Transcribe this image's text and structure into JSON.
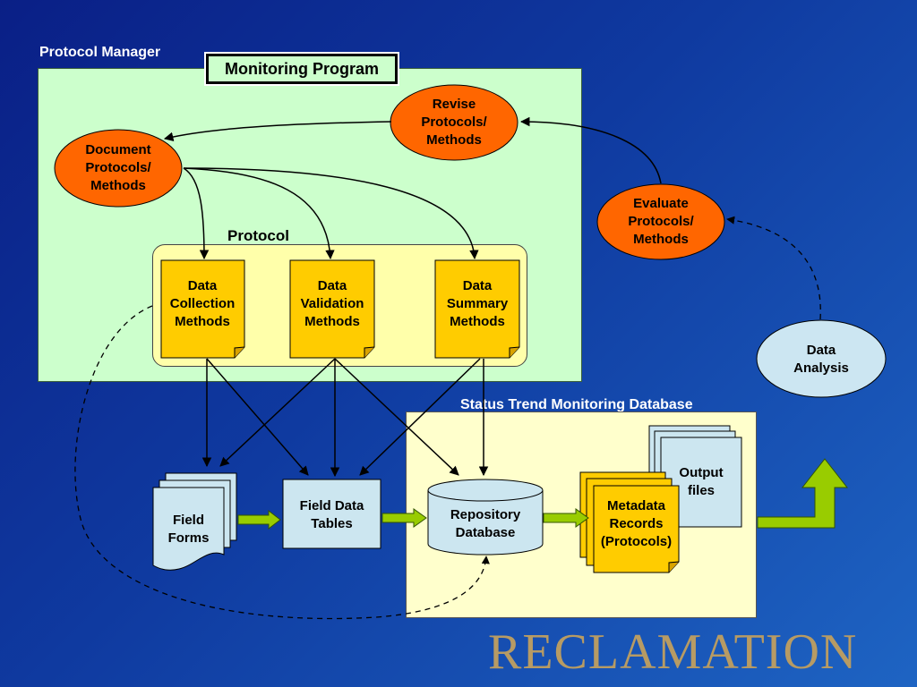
{
  "frames": {
    "protocol_manager": "Protocol Manager",
    "monitoring_program": "Monitoring Program",
    "protocol": "Protocol",
    "database": "Status Trend Monitoring Database"
  },
  "nodes": {
    "revise": "Revise\nProtocols/\nMethods",
    "document": "Document\nProtocols/\nMethods",
    "evaluate": "Evaluate\nProtocols/\nMethods",
    "analysis": "Data\nAnalysis",
    "collection": "Data\nCollection\nMethods",
    "validation": "Data\nValidation\nMethods",
    "summary": "Data\nSummary\nMethods",
    "field_forms": "Field\nForms",
    "field_tables": "Field Data\nTables",
    "repository": "Repository\nDatabase",
    "metadata": "Metadata\nRecords\n(Protocols)",
    "output": "Output\nfiles"
  },
  "logo": "RECLAMATION",
  "colors": {
    "ellipse_orange": "#ff6600",
    "ellipse_blue": "#cce6f2",
    "doc_yellow": "#ffcc00",
    "green_arrow": "#99cc00",
    "light_blue_box": "#cce6f0"
  }
}
